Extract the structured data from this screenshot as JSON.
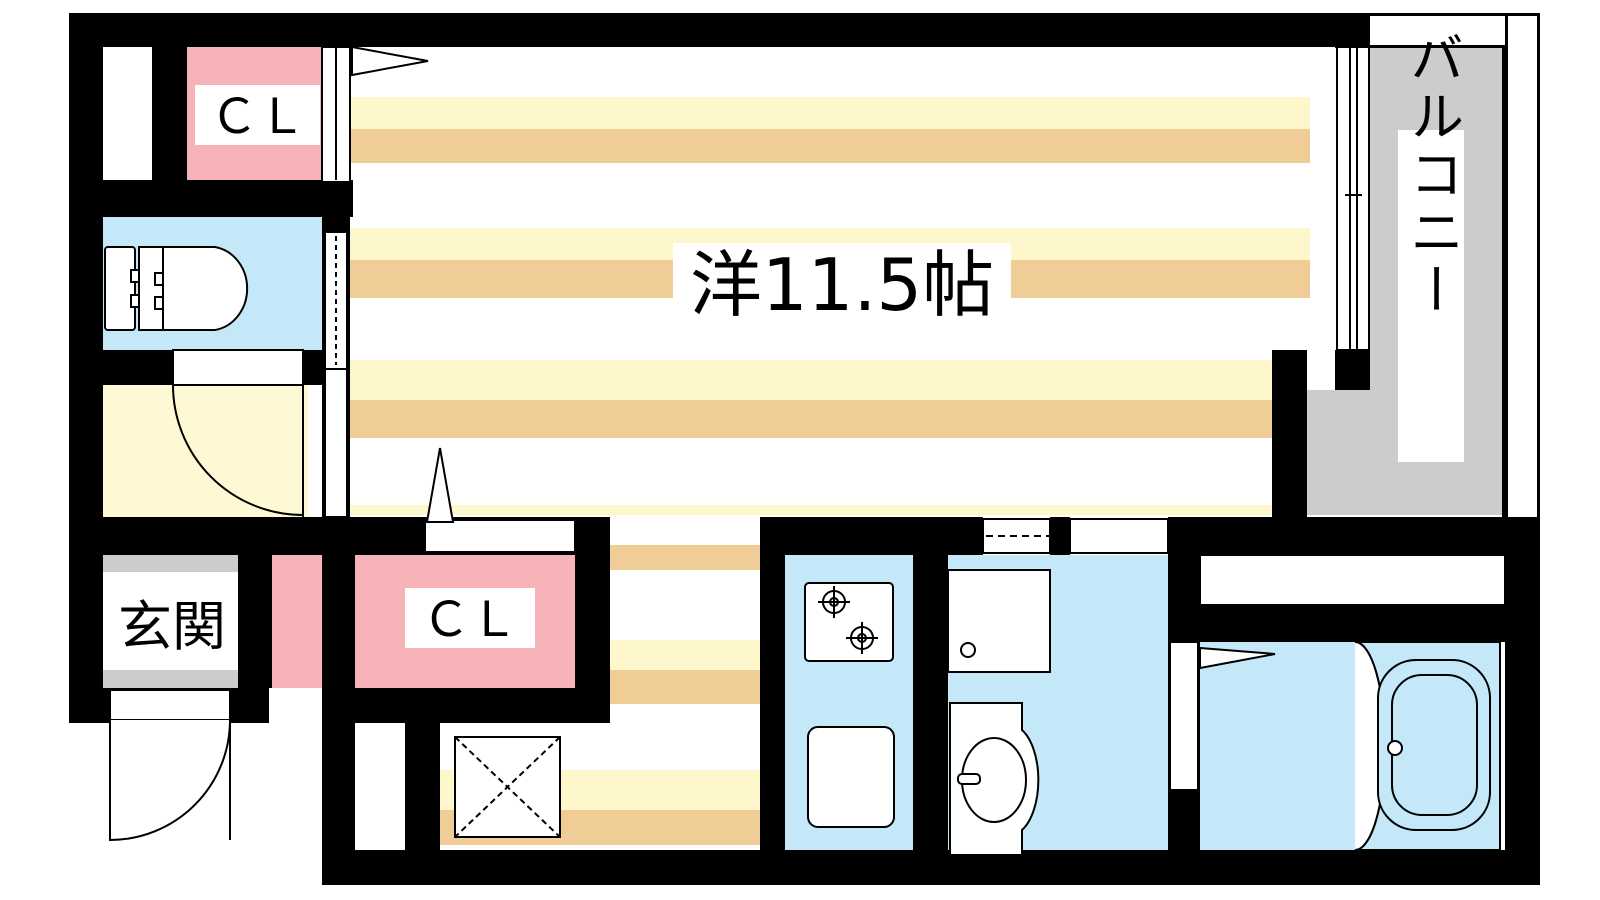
{
  "floorplan": {
    "labels": {
      "main_room": "洋11.5帖",
      "closet_top": "ＣＬ",
      "closet_bottom": "ＣＬ",
      "entrance": "玄関",
      "balcony": "バルコニー"
    },
    "colors": {
      "wall": "#000000",
      "floor_stripe_light": "#fff7cc",
      "floor_stripe_dark": "#f0cc96",
      "closet": "#f7b4b8",
      "water_area": "#c4e8f8",
      "entrance_floor": "#cccccc",
      "hall_floor": "#fff8d4",
      "balcony": "#cccccc"
    }
  }
}
